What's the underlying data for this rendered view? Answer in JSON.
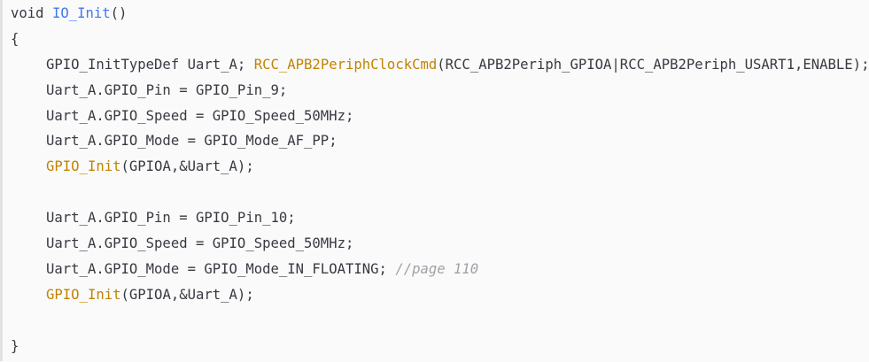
{
  "code": {
    "keyword_void": "void",
    "function_name": "IO_Init",
    "params": "()",
    "open_brace": "{",
    "close_brace": "}",
    "line1_decl": "GPIO_InitTypeDef Uart_A; ",
    "line1_call": "RCC_APB2PeriphClockCmd",
    "line1_args": "(RCC_APB2Periph_GPIOA|RCC_APB2Periph_USART1,ENABLE);",
    "line2": "Uart_A.GPIO_Pin = GPIO_Pin_9;",
    "line3": "Uart_A.GPIO_Speed = GPIO_Speed_50MHz;",
    "line4": "Uart_A.GPIO_Mode = GPIO_Mode_AF_PP;",
    "init_call": "GPIO_Init",
    "init_args": "(GPIOA,&Uart_A);",
    "line6": "Uart_A.GPIO_Pin = GPIO_Pin_10;",
    "line7": "Uart_A.GPIO_Speed = GPIO_Speed_50MHz;",
    "line8_code": "Uart_A.GPIO_Mode = GPIO_Mode_IN_FLOATING; ",
    "line8_comment": "//page 110"
  },
  "colors": {
    "background": "#fafafa",
    "text": "#383a42",
    "function_name": "#4078f2",
    "function_call": "#c18401",
    "comment": "#a0a1a7",
    "left_border": "#e2e2e2"
  }
}
